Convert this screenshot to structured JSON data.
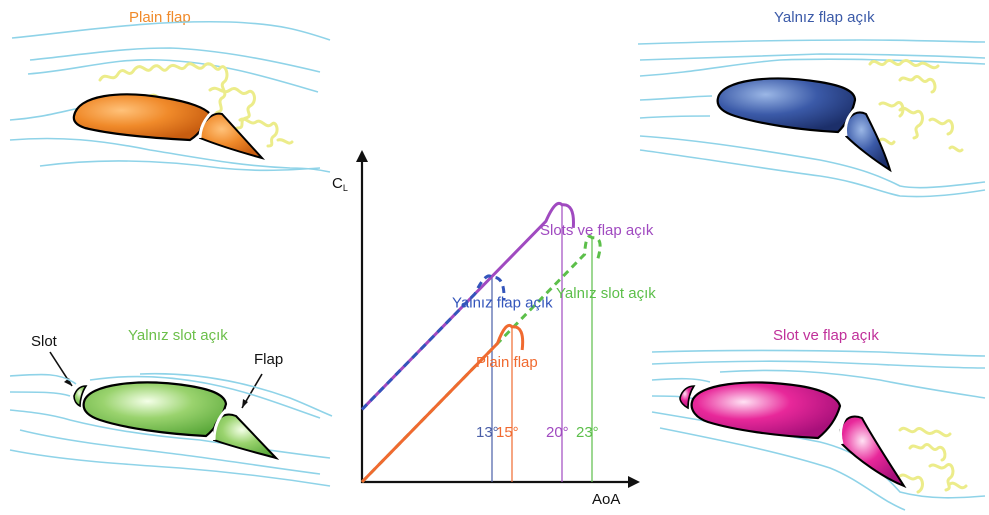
{
  "panels": {
    "plain_flap": {
      "title": "Plain flap",
      "color": "#f08a2a"
    },
    "flap_only": {
      "title": "Yalnız flap açık",
      "color": "#3b5aa8"
    },
    "slot_only": {
      "title": "Yalnız slot açık",
      "color": "#6cbf4a",
      "slot_label": "Slot",
      "flap_label": "Flap"
    },
    "slot_and_flap": {
      "title": "Slot ve flap açık",
      "color": "#c0309a"
    }
  },
  "chart_data": {
    "type": "line",
    "xlabel": "AoA",
    "ylabel": "CL",
    "series": [
      {
        "name": "Slots ve flap açık",
        "color": "#a04ac0",
        "dash": "solid",
        "intercept": 0.22,
        "slope": 0.031,
        "peak_x": 20,
        "peak_y": 0.84
      },
      {
        "name": "Yalnız slot açık",
        "color": "#5cbf4a",
        "dash": "dashed",
        "intercept": 0.0,
        "slope": 0.031,
        "peak_x": 23,
        "peak_y": 0.74
      },
      {
        "name": "Yalnız flap açık",
        "color": "#3355bb",
        "dash": "dashed",
        "intercept": 0.22,
        "slope": 0.031,
        "peak_x": 13,
        "peak_y": 0.62
      },
      {
        "name": "Plain flap",
        "color": "#f06a30",
        "dash": "solid",
        "intercept": 0.0,
        "slope": 0.031,
        "peak_x": 15,
        "peak_y": 0.47
      }
    ],
    "stall_markers": [
      {
        "label": "13°",
        "x": 13,
        "color": "#4a5fa8"
      },
      {
        "label": "15°",
        "x": 15,
        "color": "#f06a30"
      },
      {
        "label": "20°",
        "x": 20,
        "color": "#a04ac0"
      },
      {
        "label": "23°",
        "x": 23,
        "color": "#5cbf4a"
      }
    ],
    "xlim": [
      0,
      27
    ],
    "ylim": [
      0,
      1
    ]
  }
}
